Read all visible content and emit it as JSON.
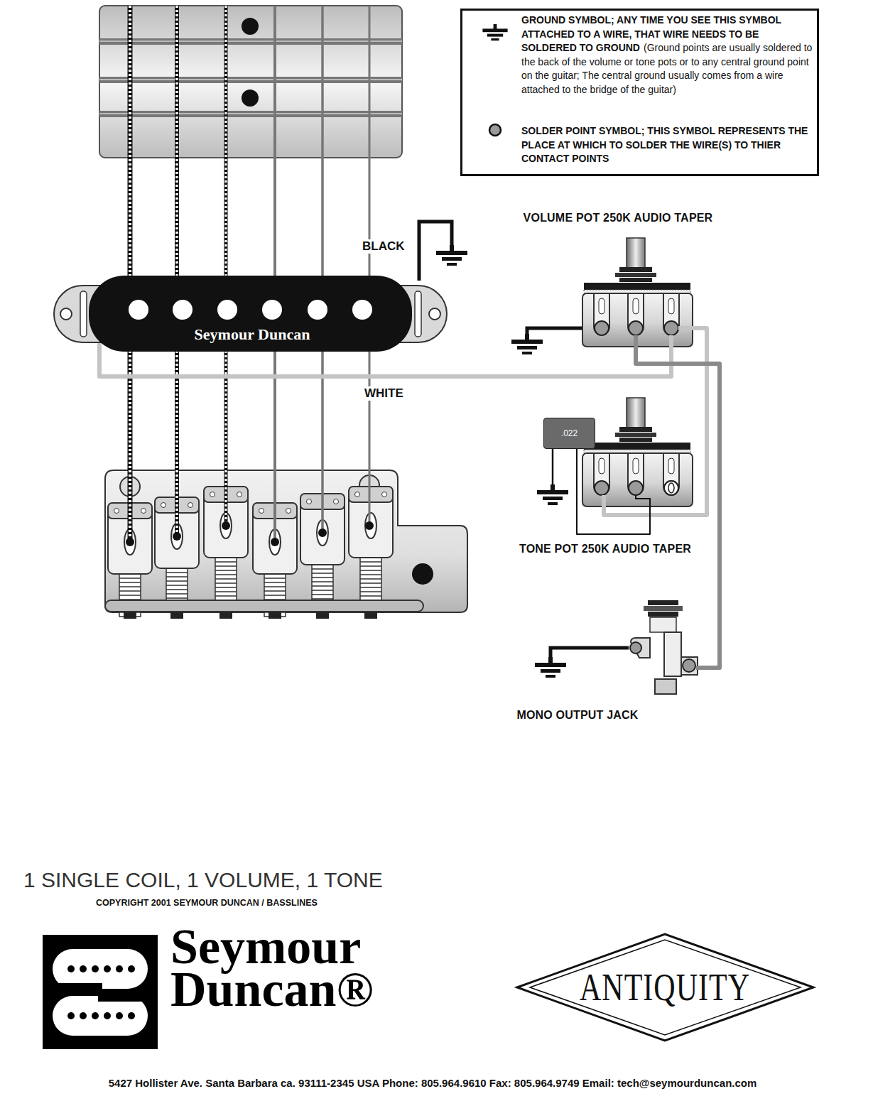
{
  "diagram": {
    "title": "1 SINGLE COIL, 1 VOLUME, 1 TONE",
    "nodes": [
      {
        "text": [
          "VOLUME POT 250K AUDIO TAPER"
        ]
      },
      {
        "text": [
          "Seymour Duncan"
        ]
      },
      {
        "text": [
          ".022"
        ]
      },
      {
        "text": [
          "TONE POT 250K AUDIO TAPER"
        ]
      },
      {
        "text": [
          "MONO OUTPUT JACK"
        ]
      }
    ],
    "edges": [
      {
        "from": 1,
        "to": 0,
        "arrow": "none",
        "label": "WHITE"
      },
      {
        "from": 0,
        "to": 3,
        "arrow": "none"
      },
      {
        "from": 0,
        "to": 4,
        "arrow": "none"
      },
      {
        "from": 2,
        "to": 3,
        "arrow": "none"
      }
    ],
    "labels": [
      "BLACK",
      "(Ground points are usually soldered to the back of the volume or tone pots or to any central ground point on the guitar; The central ground usually comes from a wire attached to the bridge of the guitar)",
      "COPYRIGHT 2001 SEYMOUR DUNCAN / BASSLINES",
      "Seymour Duncan®",
      "ANTIQUITY",
      "5427 Hollister Ave. Santa Barbara ca. 93111-2345 USA Phone: 805.964.9610 Fax: 805.964.9749 Email: tech@seymourduncan.com"
    ],
    "legend": [
      {
        "text": "GROUND SYMBOL; ANY TIME YOU SEE THIS SYMBOL ATTACHED TO A WIRE, THAT WIRE NEEDS TO BE SOLDERED TO GROUND"
      },
      {
        "text": "SOLDER POINT SYMBOL; THIS SYMBOL REPRESENTS THE PLACE AT WHICH TO SOLDER THE WIRE(S) TO THIER CONTACT POINTS"
      }
    ]
  }
}
